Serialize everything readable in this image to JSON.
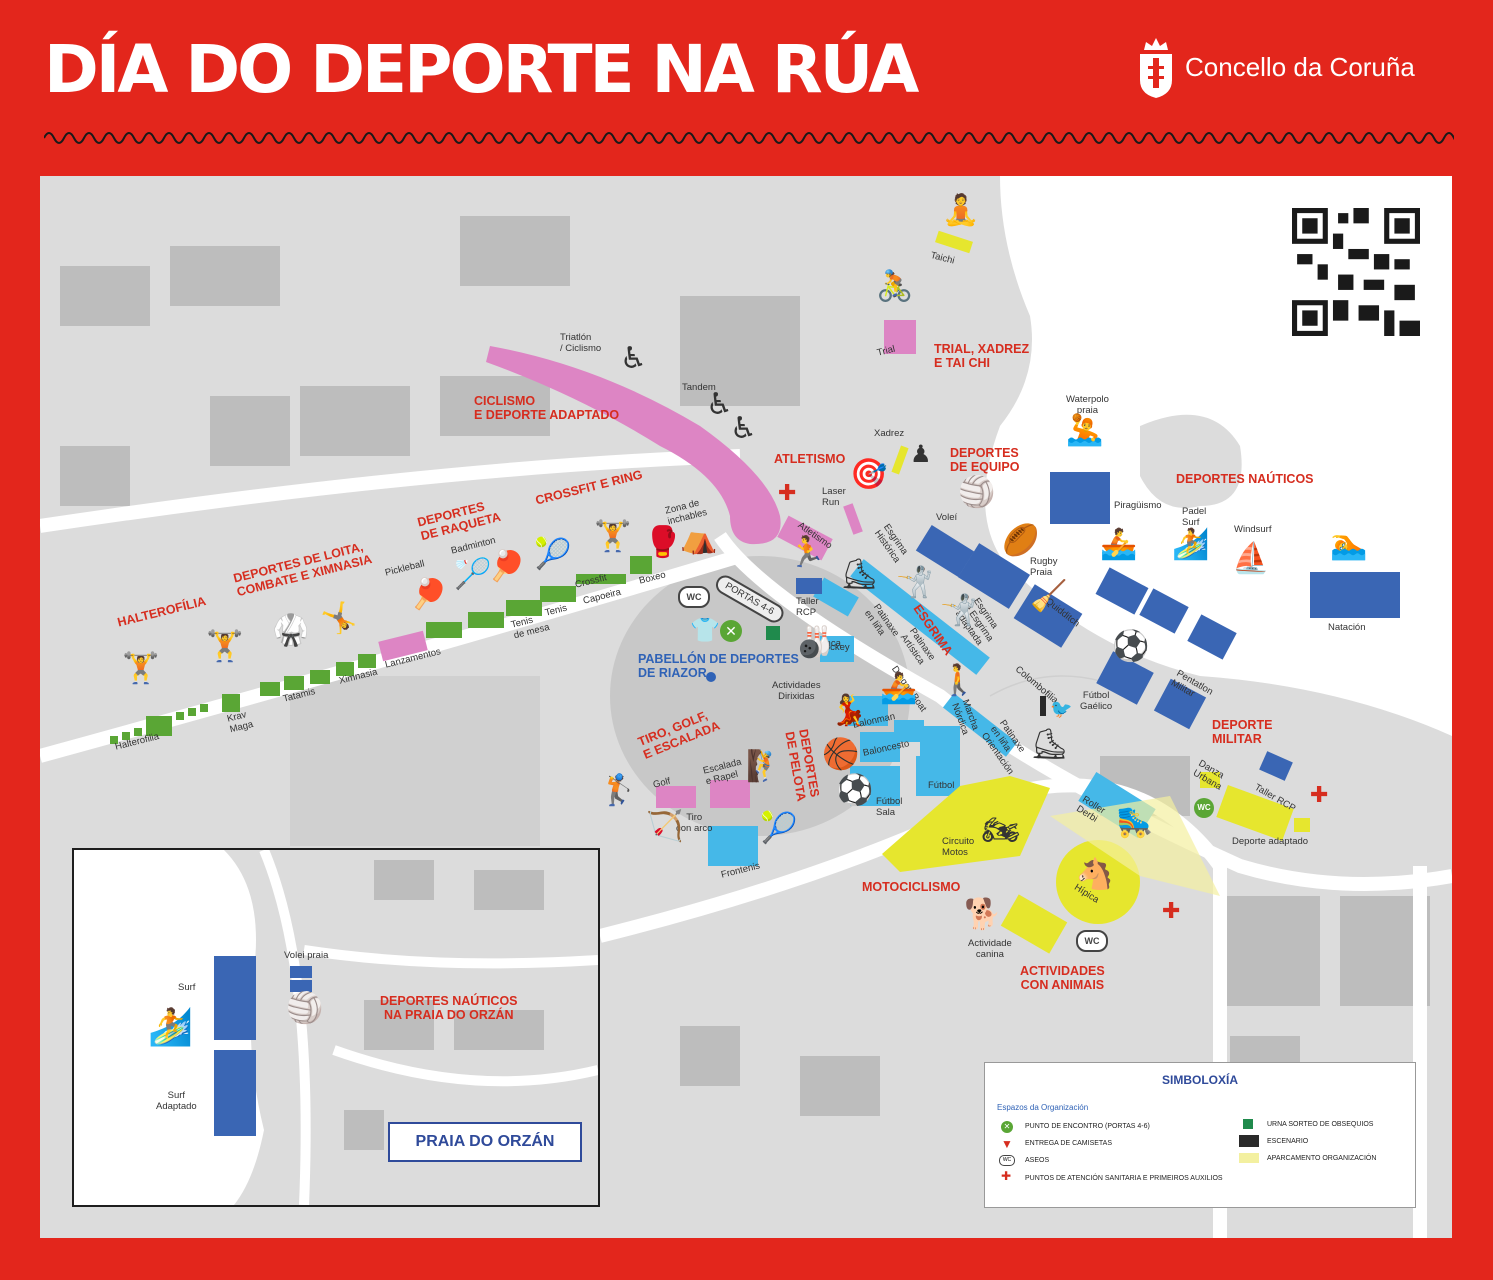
{
  "header": {
    "title": "DÍA DO DEPORTE NA RÚA",
    "brand": "Concello da Coruña"
  },
  "colors": {
    "background_red": "#e3261c",
    "zone_blue": "#3a66b4",
    "zone_lightblue": "#45b8e8",
    "zone_green": "#5aa635",
    "zone_pink": "#dd85c4",
    "zone_yellow": "#e6e62e",
    "label_red": "#d62d1f"
  },
  "sections": {
    "halterofilia": "HALTEROFÍLIA",
    "loita": "DEPORTES DE LOITA,\nCOMBATE E XIMNASIA",
    "raqueta": "DEPORTES\nDE RAQUETA",
    "crossfit": "CROSSFIT E RING",
    "ciclismo": "CICLISMO\nE DEPORTE ADAPTADO",
    "atletismo": "ATLETISMO",
    "trial": "TRIAL, XADREZ\nE TAI CHI",
    "equipo": "DEPORTES\nDE EQUIPO",
    "nauticos": "DEPORTES NAÚTICOS",
    "esgrima": "ESGRIMA",
    "militar": "DEPORTE\nMILITAR",
    "tiro": "TIRO, GOLF,\nE ESCALADA",
    "pelota": "DEPORTES\nDE PELOTA",
    "motociclismo": "MOTOCICLISMO",
    "animais": "ACTIVIDADES\nCON ANIMAIS",
    "pabellon": "PABELLÓN DE DEPORTES\nDE RIAZOR"
  },
  "labels": {
    "halterofilia": "Halterofilia",
    "krav": "Krav\nMaga",
    "tatamis": "Tatamis",
    "ximnasia": "Ximnasia",
    "lanzamentos": "Lanzamentos",
    "pickleball": "Pickleball",
    "badminton": "Badminton",
    "tenis_mesa": "Tenis\nde mesa",
    "tenis": "Tenis",
    "capoeira": "Capoeira",
    "crossfit": "Crossfit",
    "boxeo": "Boxeo",
    "inchables": "Zona de\ninchables",
    "triatlon": "Triatlón\n/ Ciclismo",
    "tandem": "Tandem",
    "portas": "PORTAS 4-6",
    "taller_rcp": "Taller\nRCP",
    "laser_run": "Laser\nRun",
    "atletismo": "Atletismo",
    "xadrez": "Xadrez",
    "trial": "Trial",
    "taichi": "Taichi",
    "esgrima_historica": "Esgrima\nHistórica",
    "voley": "Voleí",
    "rugby": "Rugby\nPraia",
    "quidditch": "Quidditch",
    "waterpolo": "Waterpolo\npraia",
    "piraguismo": "Piragüismo",
    "padel_surf": "Padel\nSurf",
    "windsurf": "Windsurf",
    "natacion": "Natación",
    "petanca": "Petanca",
    "hockey": "Hockey",
    "patinaxe_linea": "Patinaxe\nen liña",
    "patinaxe_artistica": "Patinaxe\nArtística",
    "esgrima_adaptada": "Esgrima\ne Esgrima\nadaptada",
    "dragon_boat": "Dragon Boat",
    "actividades_dirixidas": "Actividades\nDirixidas",
    "balonman": "Balonman",
    "baloncesto": "Baloncesto",
    "futbol_sala": "Fútbol\nSala",
    "futbol": "Fútbol",
    "marcha_nordica": "Marcha\nNórdica",
    "patinaxe_orientacion": "Patinaxe\nen liña\nOrientación",
    "colombofilia": "Colombofilia",
    "futbol_gaelico": "Fútbol\nGaélico",
    "pentation": "Pentatlon\nMilitar",
    "danza": "Danza\nUrbana",
    "taller_rcp2": "Taller RCP",
    "deporte_adaptado": "Deporte adaptado",
    "roller_derbi": "Roller\nDerbi",
    "hipica": "Hípica",
    "circuito_motos": "Circuito\nMotos",
    "actividade_canina": "Actividade\ncanina",
    "golf": "Golf",
    "escalada": "Escalada\ne Rapel",
    "tiro_arco": "Tiro\ncon arco",
    "frontenis": "Frontenis",
    "wc": "WC"
  },
  "inset": {
    "title": "DEPORTES NAÚTICOS\nNA PRAIA DO ORZÁN",
    "surf": "Surf",
    "surf_adaptado": "Surf\nAdaptado",
    "volei_praia": "Volei praia",
    "place": "PRAIA DO ORZÁN"
  },
  "legend": {
    "title": "SIMBOLOXÍA",
    "subtitle": "Espazos da Organización",
    "items": [
      "PUNTO DE ENCONTRO (PORTAS 4-6)",
      "ENTREGA DE CAMISETAS",
      "ASEOS",
      "PUNTOS DE ATENCIÓN SANITARIA E PRIMEIROS AUXILIOS",
      "URNA SORTEO DE OBSEQUIOS",
      "ESCENARIO",
      "APARCAMENTO ORGANIZACIÓN"
    ]
  }
}
